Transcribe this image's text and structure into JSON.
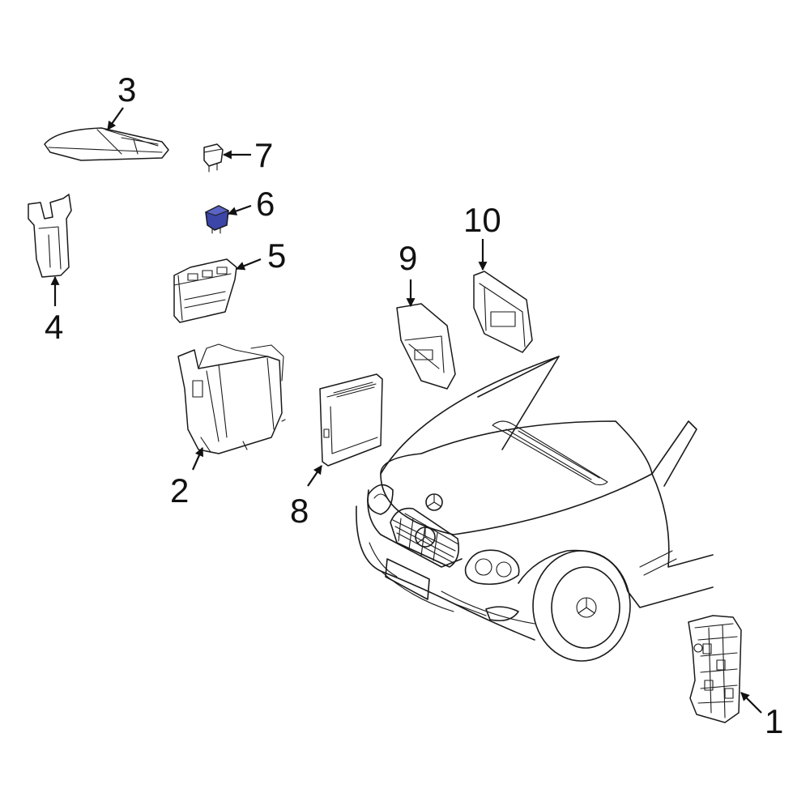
{
  "callouts": [
    {
      "id": "1",
      "label": "1"
    },
    {
      "id": "2",
      "label": "2"
    },
    {
      "id": "3",
      "label": "3"
    },
    {
      "id": "4",
      "label": "4"
    },
    {
      "id": "5",
      "label": "5"
    },
    {
      "id": "6",
      "label": "6"
    },
    {
      "id": "7",
      "label": "7"
    },
    {
      "id": "8",
      "label": "8"
    },
    {
      "id": "9",
      "label": "9"
    },
    {
      "id": "10",
      "label": "10"
    }
  ],
  "colors": {
    "line": "#1a1a1a",
    "highlight_part": "#3c46a8",
    "background": "#ffffff"
  }
}
